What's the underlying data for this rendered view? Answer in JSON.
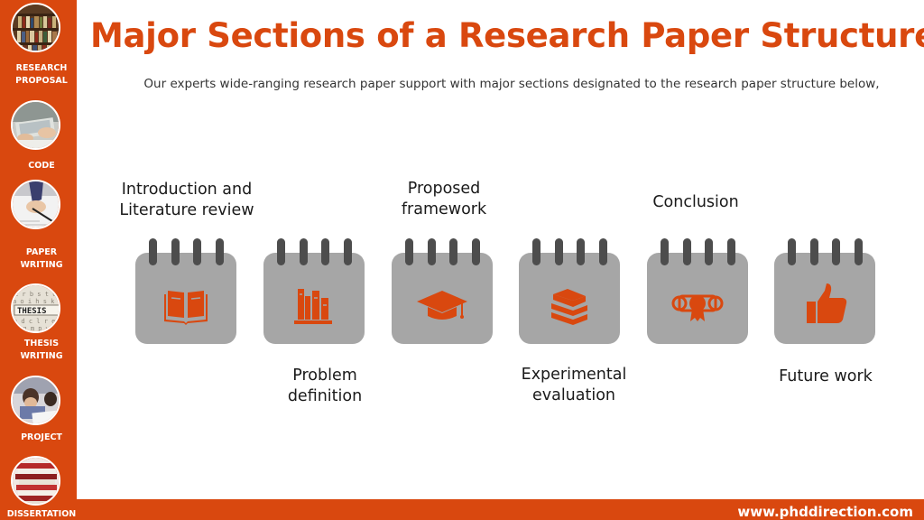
{
  "title": "Major Sections of a Research Paper Structure",
  "subtitle": "Our experts wide-ranging research paper support with major sections designated to the research paper structure below,",
  "sidebar": {
    "items": [
      {
        "label": "RESEARCH\nPROPOSAL",
        "icon": "bookshelf-thumbnail"
      },
      {
        "label": "CODE",
        "icon": "laptop-hands-thumbnail"
      },
      {
        "label": "PAPER\nWRITING",
        "icon": "writing-hand-thumbnail"
      },
      {
        "label": "THESIS\nWRITING",
        "icon": "thesis-letters-thumbnail"
      },
      {
        "label": "PROJECT",
        "icon": "students-project-thumbnail"
      },
      {
        "label": "DISSERTATION",
        "icon": "book-stack-thumbnail"
      }
    ]
  },
  "steps": [
    {
      "label": "Introduction and\nLiterature review",
      "icon": "open-book-icon"
    },
    {
      "label": "Problem\ndefinition",
      "icon": "books-shelf-icon"
    },
    {
      "label": "Proposed\nframework",
      "icon": "graduation-cap-icon"
    },
    {
      "label": "Experimental\nevaluation",
      "icon": "book-stack-icon"
    },
    {
      "label": "Conclusion",
      "icon": "diploma-scroll-icon"
    },
    {
      "label": "Future work",
      "icon": "thumbs-up-icon"
    }
  ],
  "footer": {
    "url": "www.phddirection.com"
  },
  "colors": {
    "accent": "#d9480f",
    "calendar": "#a6a6a6",
    "rings": "#4d4d4d"
  }
}
